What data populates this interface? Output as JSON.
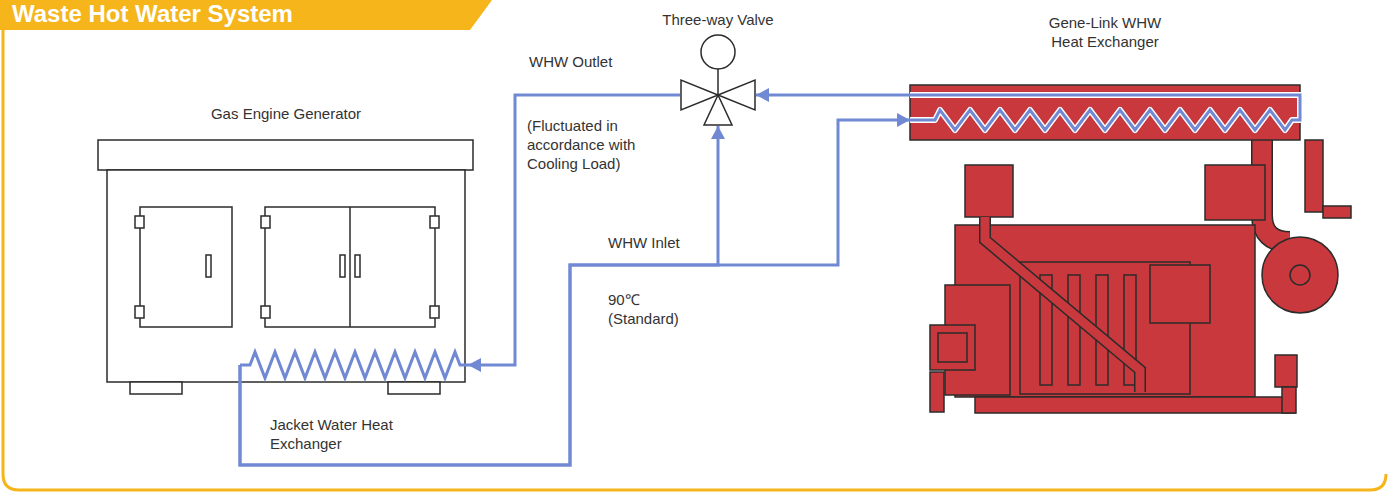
{
  "diagram": {
    "title": "Waste Hot Water System",
    "nodes": [
      {
        "text": [
          "Gas Engine Generator"
        ]
      },
      {
        "text": [
          "Jacket Water Heat Exchanger"
        ],
        "in": 0
      },
      {
        "text": [
          "Three-way Valve"
        ]
      },
      {
        "text": [
          "Gene-Link WHW Heat Exchanger"
        ]
      }
    ],
    "edges": [
      {
        "from": 2,
        "to": 1,
        "arrow": "to",
        "label": "WHW Outlet"
      },
      {
        "from": 1,
        "to": 2,
        "arrow": "to",
        "label": "WHW Inlet"
      },
      {
        "from": 1,
        "to": 3,
        "arrow": "to"
      },
      {
        "from": 3,
        "to": 2,
        "arrow": "to"
      }
    ],
    "labels": [
      "(Fluctuated in accordance with Cooling Load)",
      "90℃ (Standard)"
    ]
  }
}
